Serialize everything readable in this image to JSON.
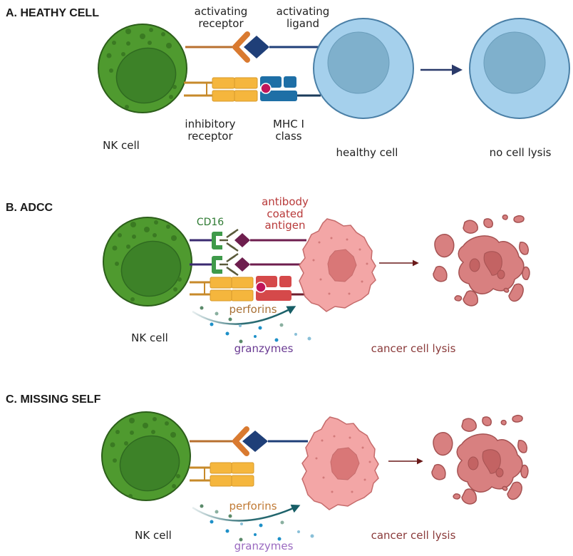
{
  "colors": {
    "nk_outer": "#4f9a2f",
    "nk_inner": "#3d8228",
    "nk_stroke": "#2c5e1a",
    "healthy_outer": "#a5d0ec",
    "healthy_inner": "#7fb0cc",
    "healthy_stroke": "#4a7fa6",
    "cancer_outer": "#f3a6a6",
    "cancer_inner": "#d97777",
    "cancer_stroke": "#c56b6b",
    "lysis_fill": "#d88080",
    "lysis_stroke": "#a55252",
    "activating_receptor": "#d97a30",
    "activating_ligand": "#1f3f78",
    "inhibitory_receptor": "#f5b63d",
    "mhc_blue": "#1e6fa6",
    "mhc_red": "#d5494a",
    "peptide": "#c0155a",
    "cd16": "#3f9a4a",
    "antibody": "#5a5a3a",
    "antigen": "#6e1e4e",
    "arrow_teal": "#175e66",
    "perforin_text": "#a87035",
    "granzyme_text": "#6a3b93",
    "antibody_text": "#b83a3a",
    "cd16_text": "#2e7a32",
    "cancer_lysis_text": "#8a3a3a"
  },
  "sections": [
    {
      "id": "A",
      "title": "A. HEATHY CELL",
      "labels": {
        "activating_receptor": "activating receptor",
        "activating_ligand": "activating ligand",
        "inhibitory_receptor": "inhibitory receptor",
        "mhc": "MHC I class",
        "nk_cell": "NK cell",
        "target_cell": "healthy cell",
        "outcome": "no cell lysis"
      }
    },
    {
      "id": "B",
      "title": "B. ADCC",
      "labels": {
        "cd16": "CD16",
        "antibody": "antibody coated antigen",
        "perforins": "perforins",
        "granzymes": "granzymes",
        "nk_cell": "NK cell",
        "outcome": "cancer cell lysis"
      }
    },
    {
      "id": "C",
      "title": "C. MISSING SELF",
      "labels": {
        "perforins": "perforins",
        "granzymes": "granzymes",
        "nk_cell": "NK cell",
        "outcome": "cancer cell lysis"
      }
    }
  ]
}
